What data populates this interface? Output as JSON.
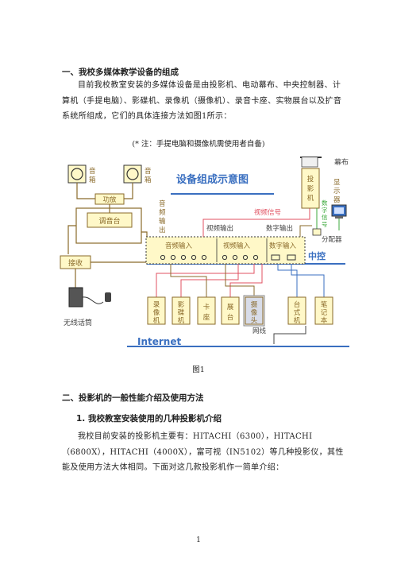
{
  "section1": {
    "heading": "一、我校多媒体教学设备的组成",
    "paragraph": "目前我校教室安装的多媒体设备是由投影机、电动幕布、中央控制器、计算机（手提电脑）、影碟机、录像机（摄像机）、录音卡座、实物展台以及扩音系统所组成，它们的具体连接方法如图1所示：",
    "note": "(* 注：手提电脑和摄像机需使用者自备)"
  },
  "diagram": {
    "title": "设备组成示意图",
    "speaker_left": "音箱",
    "speaker_right": "音箱",
    "amplifier": "功放",
    "mixer": "调音台",
    "receiver": "接收",
    "wireless_mic": "无线话筒",
    "audio_output": "音频输出",
    "video_output": "视频输出",
    "video_signal": "视频信号",
    "digital_output": "数字输出",
    "digital_signal": "数字信号",
    "screen": "幕布",
    "projector": "投影机",
    "monitor": "显示器",
    "distributor": "分配器",
    "audio_input": "音频输入",
    "video_input": "视频输入",
    "digital_input": "数字输入",
    "central_control": "中控",
    "devices": [
      "录像机",
      "影碟机",
      "卡座",
      "展台",
      "摄像头",
      "台式机",
      "笔记本"
    ],
    "network": "网线",
    "internet": "Internet",
    "colors": {
      "brown": "#8a6a2a",
      "blue": "#3a6fc0",
      "red": "#e05060",
      "yellow": "#fff8c8",
      "green": "#3caa3c"
    }
  },
  "figure_caption": "图1",
  "section2": {
    "heading": "二、投影机的一般性能介绍及使用方法",
    "subheading": "1. 我校教室安装使用的几种投影机介绍",
    "paragraph": "我校目前安装的投影机主要有：HITACHI（6300），HITACHI（6800X），HITACHI（4000X），富可视（IN5102）等几种投影仪，其性能及使用方法大体相同。下面对这几款投影机作一简单介绍："
  },
  "page_number": "1"
}
